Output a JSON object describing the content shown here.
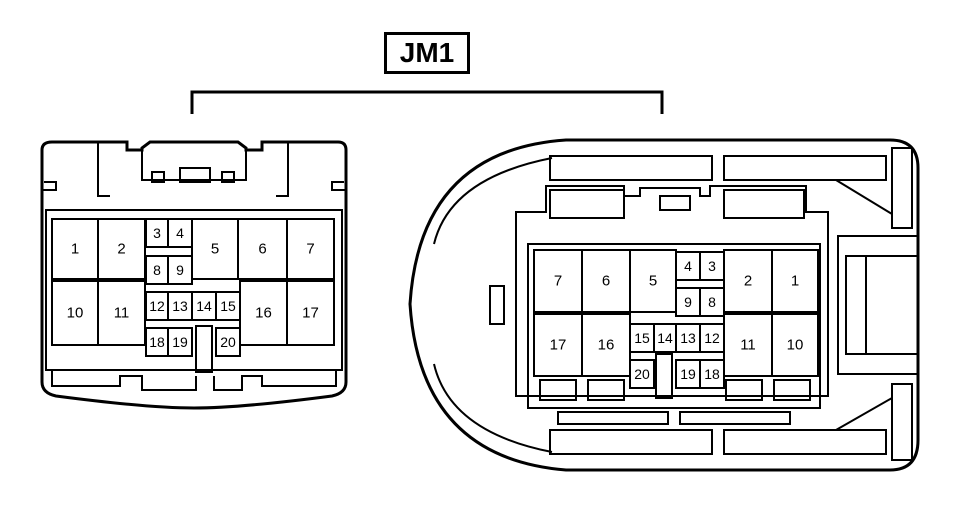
{
  "title": "JM1",
  "left_connector": {
    "pins": [
      "1",
      "2",
      "3",
      "4",
      "5",
      "6",
      "7",
      "8",
      "9",
      "10",
      "11",
      "12",
      "13",
      "14",
      "15",
      "16",
      "17",
      "18",
      "19",
      "20"
    ]
  },
  "right_connector": {
    "pins": [
      "7",
      "6",
      "5",
      "4",
      "3",
      "2",
      "1",
      "9",
      "8",
      "17",
      "16",
      "15",
      "14",
      "13",
      "12",
      "11",
      "10",
      "20",
      "19",
      "18"
    ]
  }
}
